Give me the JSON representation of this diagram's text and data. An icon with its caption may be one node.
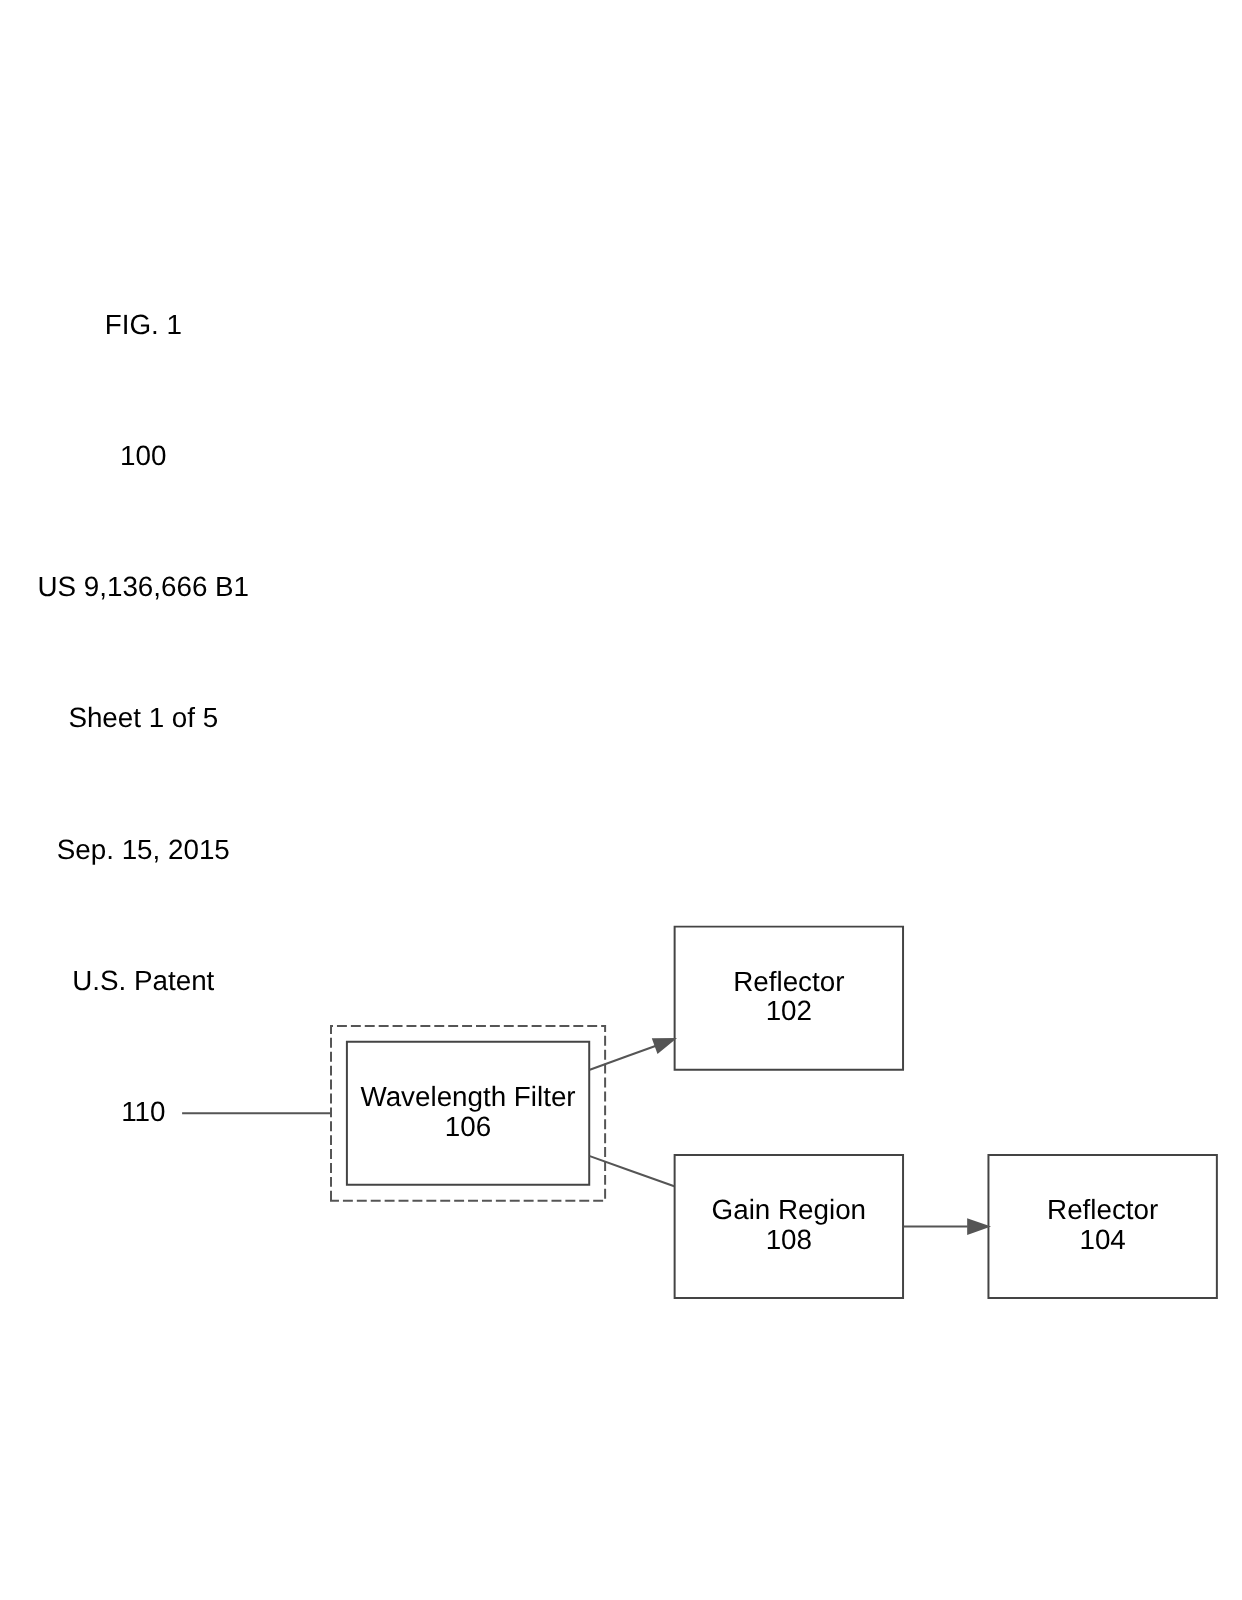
{
  "diagram": {
    "nodes": [
      {
        "text": [
          "Reflector",
          "102"
        ]
      },
      {
        "text": [],
        "shape": "box"
      },
      {
        "text": [
          "Wavelength Filter",
          "106"
        ],
        "in": 1
      },
      {
        "text": [
          "Gain Region",
          "108"
        ]
      },
      {
        "text": [
          "Reflector",
          "104"
        ]
      },
      {
        "text": [
          "110"
        ]
      }
    ],
    "edges": [
      {
        "from": 2,
        "to": 0,
        "arrow": "to"
      },
      {
        "from": 2,
        "to": 3,
        "arrow": "none"
      },
      {
        "from": 3,
        "to": 4,
        "arrow": "to"
      },
      {
        "from": 5,
        "to": 1,
        "arrow": "none"
      }
    ],
    "labels": [
      "U.S. Patent",
      "Sep. 15, 2015",
      "Sheet 1 of 5",
      "US 9,136,666 B1",
      "100",
      "FIG. 1"
    ]
  }
}
